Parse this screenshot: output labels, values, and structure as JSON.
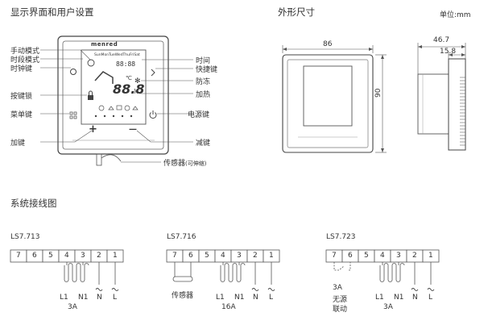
{
  "headings": {
    "display": "显示界面和用户设置",
    "outline": "外形尺寸",
    "unit": "单位:mm",
    "wiring": "系统接线图"
  },
  "device": {
    "brand": "menred",
    "days": "SunMonTueWedThuFriSat",
    "clock": "88:88",
    "temp": "88.8",
    "temp_unit": "℃",
    "plus": "+",
    "minus": "—"
  },
  "left_labels": [
    "手动模式",
    "时段模式",
    "时钟键",
    "按键锁",
    "菜单键",
    "加键"
  ],
  "right_labels": [
    "时间",
    "快捷键",
    "防冻",
    "加热",
    "电源键",
    "减键"
  ],
  "sensor_label": "传感器",
  "sensor_note": "(可伸缩)",
  "dims": {
    "width": "86",
    "height": "90",
    "depth": "46.7",
    "inner": "15.8"
  },
  "wiring": [
    {
      "model": "LS7.713",
      "terminals": [
        "7",
        "6",
        "5",
        "4",
        "3",
        "2",
        "1"
      ],
      "labels": {
        "l1": "L1",
        "n1": "N1",
        "rating": "3A",
        "n": "N",
        "l": "L"
      }
    },
    {
      "model": "LS7.716",
      "terminals": [
        "7",
        "6",
        "5",
        "4",
        "3",
        "2",
        "1"
      ],
      "sensor": "传感器",
      "labels": {
        "l1": "L1",
        "n1": "N1",
        "rating": "16A",
        "n": "N",
        "l": "L"
      }
    },
    {
      "model": "LS7.723",
      "terminals": [
        "7",
        "6",
        "5",
        "4",
        "3",
        "2",
        "1"
      ],
      "dry_contact": [
        "3A",
        "无源",
        "联动"
      ],
      "labels": {
        "l1": "L1",
        "n1": "N1",
        "rating": "3A",
        "n": "N",
        "l": "L"
      }
    }
  ]
}
